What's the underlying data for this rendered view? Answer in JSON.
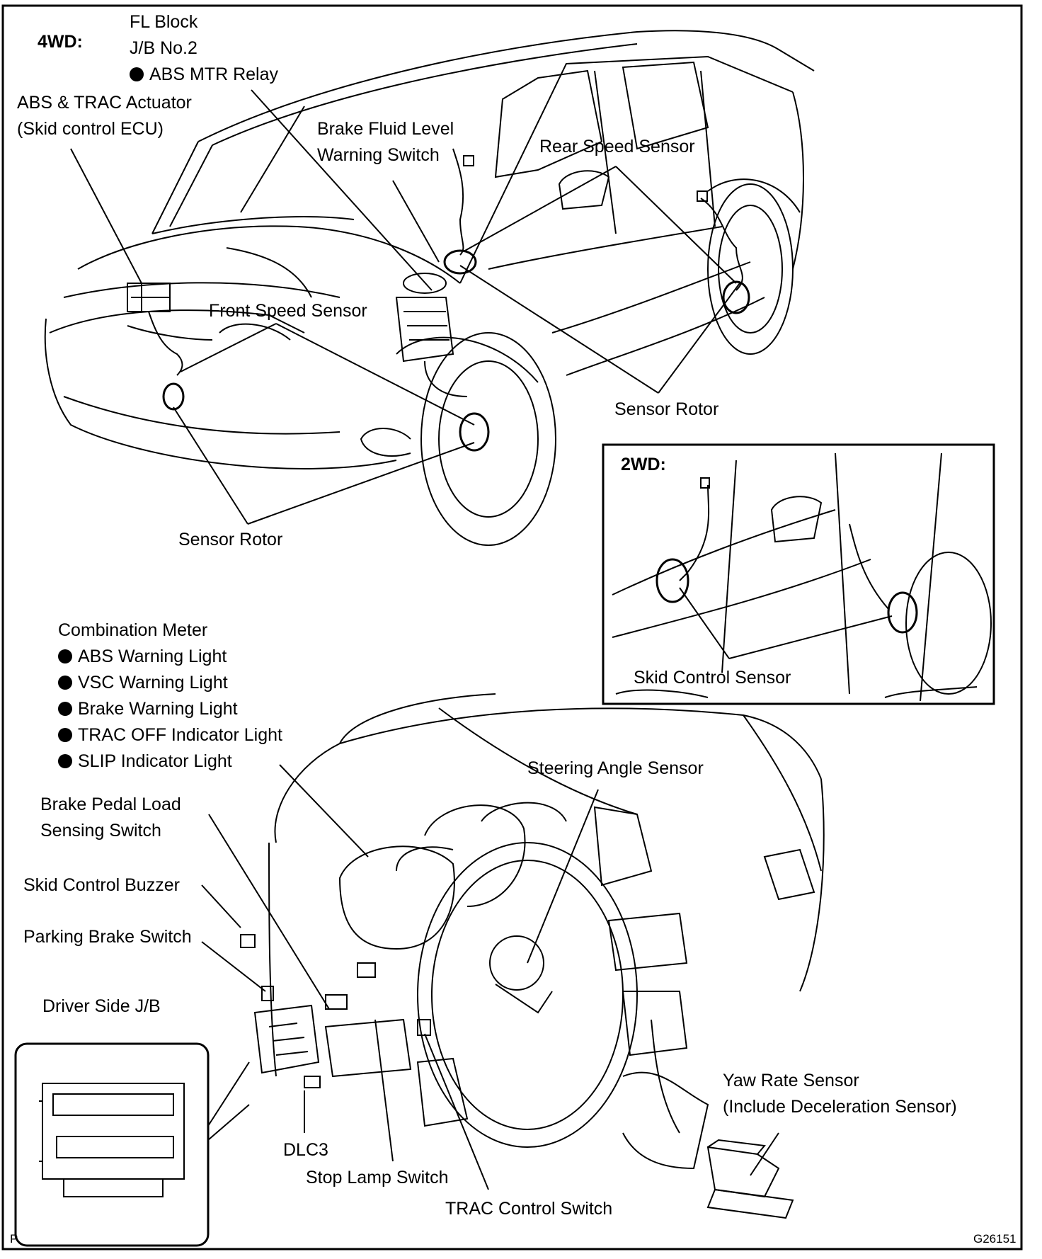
{
  "diagram": {
    "drive_4wd": "4WD:",
    "drive_2wd": "2WD:",
    "fl_block": {
      "title_line1": "FL Block",
      "title_line2": "J/B No.2",
      "items": [
        "ABS MTR Relay"
      ]
    },
    "actuator": {
      "line1": "ABS & TRAC Actuator",
      "line2": "(Skid control ECU)"
    },
    "brake_fluid": {
      "line1": "Brake Fluid Level",
      "line2": "Warning Switch"
    },
    "rear_speed_sensor": "Rear Speed Sensor",
    "front_speed_sensor": "Front Speed Sensor",
    "sensor_rotor_rear": "Sensor Rotor",
    "sensor_rotor_front": "Sensor Rotor",
    "skid_control_sensor": "Skid Control Sensor",
    "combination_meter": {
      "title": "Combination Meter",
      "items": [
        "ABS Warning Light",
        "VSC Warning Light",
        "Brake Warning Light",
        "TRAC OFF Indicator Light",
        "SLIP Indicator Light"
      ]
    },
    "steering_angle_sensor": "Steering Angle Sensor",
    "brake_pedal": {
      "line1": "Brake Pedal Load",
      "line2": "Sensing Switch"
    },
    "skid_control_buzzer": "Skid Control Buzzer",
    "parking_brake_switch": "Parking Brake Switch",
    "driver_side_jb": "Driver Side J/B",
    "dlc3": "DLC3",
    "stop_lamp_switch": "Stop Lamp Switch",
    "trac_control_switch": "TRAC Control Switch",
    "yaw_rate_sensor": {
      "line1": "Yaw Rate Sensor",
      "line2": "(Include Deceleration Sensor)"
    },
    "corner_mark": "P",
    "figure_code": "G26151"
  }
}
